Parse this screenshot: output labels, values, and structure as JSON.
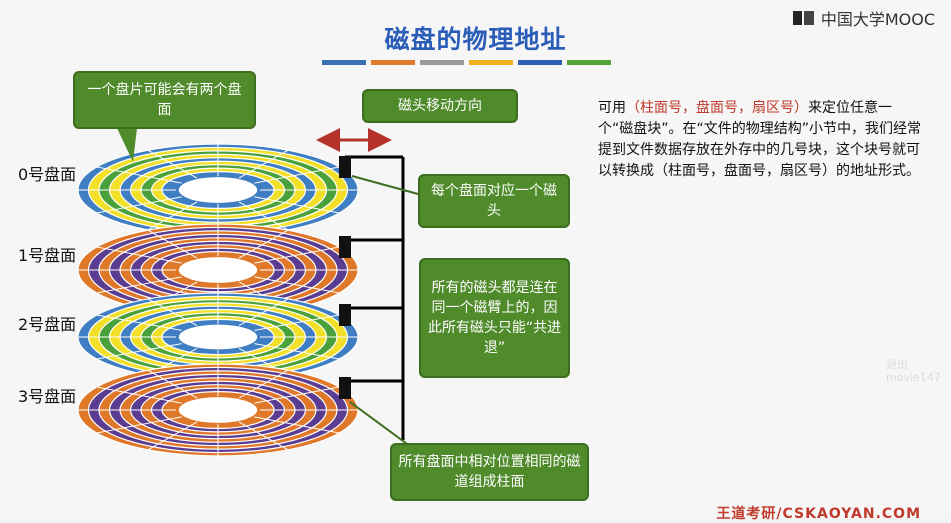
{
  "slide": {
    "title": "磁盘的物理地址",
    "brand": "中国大学MOOC",
    "footer": "王道考研/CSKAOYAN.COM",
    "watermark": "退出 movie147",
    "color_bars": [
      "#3b6fb6",
      "#e07b2e",
      "#9a9a9a",
      "#f0b31e",
      "#2f5db3",
      "#58a23a"
    ]
  },
  "platters": [
    {
      "label": "0号盘面"
    },
    {
      "label": "1号盘面"
    },
    {
      "label": "2号盘面"
    },
    {
      "label": "3号盘面"
    }
  ],
  "callouts": {
    "two_surfaces": "一个盘片可能会有两个盘面",
    "head_direction": "磁头移动方向",
    "one_head_per_surface": "每个盘面对应一个磁头",
    "shared_arm": "所有的磁头都是连在同一个磁臂上的，因此所有磁头只能“共进退”",
    "cylinder": "所有盘面中相对位置相同的磁道组成柱面"
  },
  "description": {
    "prefix": "可用",
    "highlight": "（柱面号，盘面号，扇区号）",
    "rest": "来定位任意一个“磁盘块”。在“文件的物理结构”小节中，我们经常提到文件数据存放在外存中的几号块，这个块号就可以转换成（柱面号，盘面号，扇区号）的地址形式。"
  },
  "colors": {
    "title": "#2a5db8",
    "callout_green": "#4f8a2b",
    "highlight_red": "#c0392b"
  }
}
